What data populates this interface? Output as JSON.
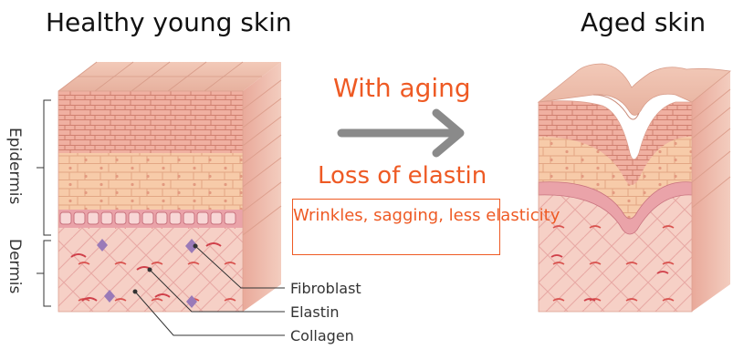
{
  "titles": {
    "young": "Healthy young skin",
    "aged": "Aged skin"
  },
  "layers": {
    "epidermis": "Epidermis",
    "dermis": "Dermis"
  },
  "process": {
    "with_aging": "With aging",
    "loss": "Loss of elastin",
    "effects": "Wrinkles, sagging, less elasticity"
  },
  "annotations": {
    "fibroblast": "Fibroblast",
    "elastin": "Elastin",
    "collagen": "Collagen"
  },
  "colors": {
    "accent": "#ee5a24",
    "arrow": "#8a8a8a",
    "skin_top": "#e9b7a4",
    "brick": "#e08f80",
    "dermis": "#f2c4bd",
    "fibroblast": "#9a7ab8"
  }
}
